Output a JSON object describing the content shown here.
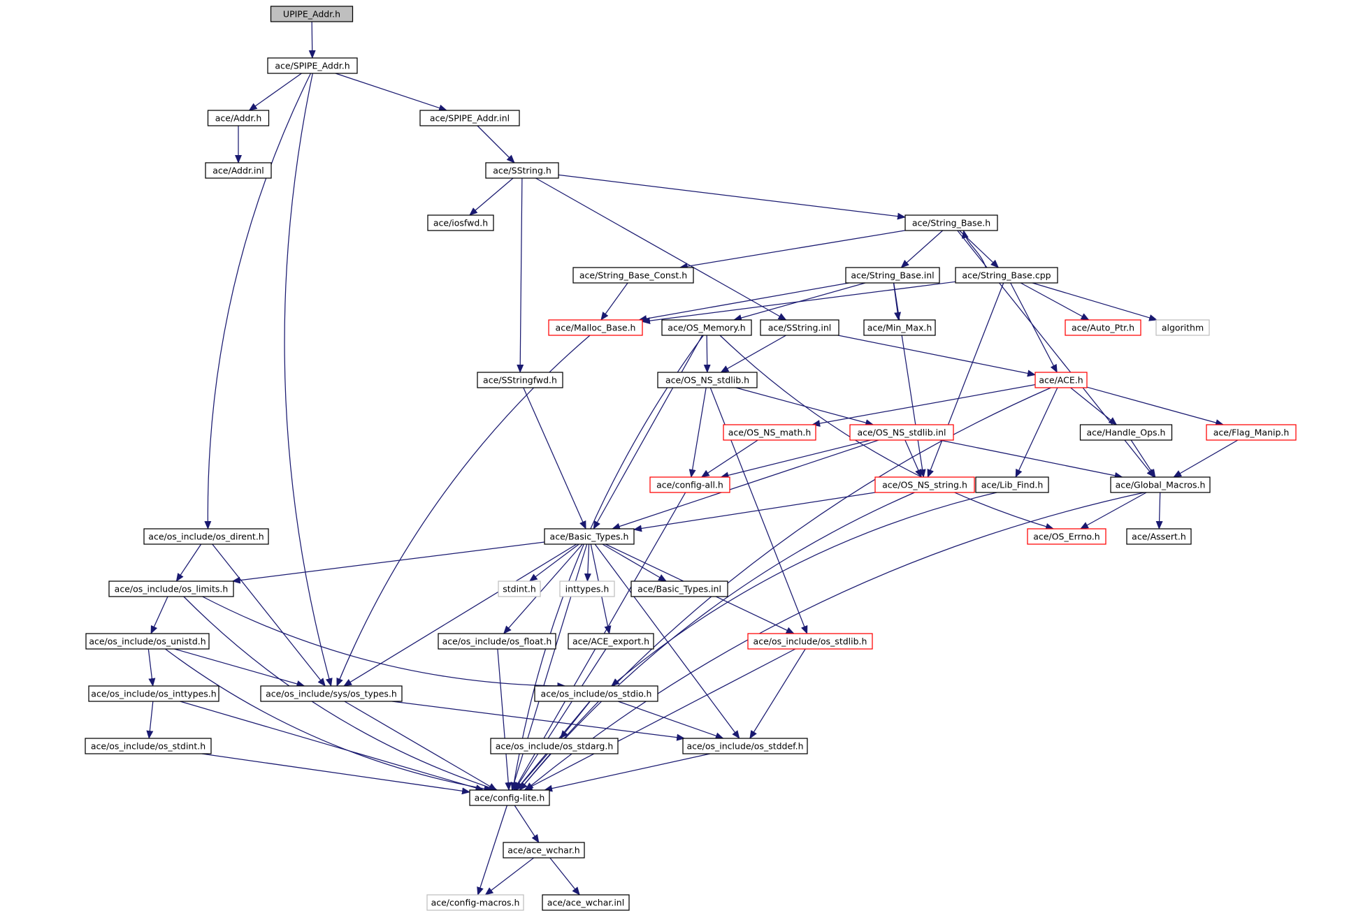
{
  "colors": {
    "edge": "#191970",
    "border_normal": "#000000",
    "border_truncated": "#ff0000",
    "border_missing": "#bfbfbf",
    "root_fill": "#bfbfbf",
    "node_fill": "#ffffff"
  },
  "nodes": [
    {
      "id": "upipe_addr_h",
      "label": "UPIPE_Addr.h",
      "kind": "root"
    },
    {
      "id": "spipe_addr_h",
      "label": "ace/SPIPE_Addr.h",
      "kind": "normal"
    },
    {
      "id": "addr_h",
      "label": "ace/Addr.h",
      "kind": "normal"
    },
    {
      "id": "spipe_addr_inl",
      "label": "ace/SPIPE_Addr.inl",
      "kind": "normal"
    },
    {
      "id": "addr_inl",
      "label": "ace/Addr.inl",
      "kind": "normal"
    },
    {
      "id": "sstring_h",
      "label": "ace/SString.h",
      "kind": "normal"
    },
    {
      "id": "iosfwd_h",
      "label": "ace/iosfwd.h",
      "kind": "normal"
    },
    {
      "id": "string_base_h",
      "label": "ace/String_Base.h",
      "kind": "normal"
    },
    {
      "id": "string_base_const_h",
      "label": "ace/String_Base_Const.h",
      "kind": "normal"
    },
    {
      "id": "string_base_inl",
      "label": "ace/String_Base.inl",
      "kind": "normal"
    },
    {
      "id": "string_base_cpp",
      "label": "ace/String_Base.cpp",
      "kind": "normal"
    },
    {
      "id": "malloc_base_h",
      "label": "ace/Malloc_Base.h",
      "kind": "truncated"
    },
    {
      "id": "os_memory_h",
      "label": "ace/OS_Memory.h",
      "kind": "normal"
    },
    {
      "id": "sstring_inl",
      "label": "ace/SString.inl",
      "kind": "normal"
    },
    {
      "id": "min_max_h",
      "label": "ace/Min_Max.h",
      "kind": "normal"
    },
    {
      "id": "auto_ptr_h",
      "label": "ace/Auto_Ptr.h",
      "kind": "truncated"
    },
    {
      "id": "algorithm",
      "label": "algorithm",
      "kind": "missing"
    },
    {
      "id": "sstringfwd_h",
      "label": "ace/SStringfwd.h",
      "kind": "normal"
    },
    {
      "id": "os_ns_stdlib_h",
      "label": "ace/OS_NS_stdlib.h",
      "kind": "normal"
    },
    {
      "id": "ace_h",
      "label": "ace/ACE.h",
      "kind": "truncated"
    },
    {
      "id": "os_ns_math_h",
      "label": "ace/OS_NS_math.h",
      "kind": "truncated"
    },
    {
      "id": "os_ns_stdlib_inl",
      "label": "ace/OS_NS_stdlib.inl",
      "kind": "truncated"
    },
    {
      "id": "handle_ops_h",
      "label": "ace/Handle_Ops.h",
      "kind": "normal"
    },
    {
      "id": "flag_manip_h",
      "label": "ace/Flag_Manip.h",
      "kind": "truncated"
    },
    {
      "id": "config_all_h",
      "label": "ace/config-all.h",
      "kind": "truncated"
    },
    {
      "id": "os_ns_string_h",
      "label": "ace/OS_NS_string.h",
      "kind": "truncated"
    },
    {
      "id": "lib_find_h",
      "label": "ace/Lib_Find.h",
      "kind": "normal"
    },
    {
      "id": "global_macros_h",
      "label": "ace/Global_Macros.h",
      "kind": "normal"
    },
    {
      "id": "os_dirent_h",
      "label": "ace/os_include/os_dirent.h",
      "kind": "normal"
    },
    {
      "id": "basic_types_h",
      "label": "ace/Basic_Types.h",
      "kind": "normal"
    },
    {
      "id": "os_errno_h",
      "label": "ace/OS_Errno.h",
      "kind": "truncated"
    },
    {
      "id": "assert_h",
      "label": "ace/Assert.h",
      "kind": "normal"
    },
    {
      "id": "os_limits_h",
      "label": "ace/os_include/os_limits.h",
      "kind": "normal"
    },
    {
      "id": "stdint_h",
      "label": "stdint.h",
      "kind": "missing"
    },
    {
      "id": "inttypes_h",
      "label": "inttypes.h",
      "kind": "missing"
    },
    {
      "id": "basic_types_inl",
      "label": "ace/Basic_Types.inl",
      "kind": "normal"
    },
    {
      "id": "os_unistd_h",
      "label": "ace/os_include/os_unistd.h",
      "kind": "normal"
    },
    {
      "id": "os_float_h",
      "label": "ace/os_include/os_float.h",
      "kind": "normal"
    },
    {
      "id": "ace_export_h",
      "label": "ace/ACE_export.h",
      "kind": "normal"
    },
    {
      "id": "os_stdlib_h",
      "label": "ace/os_include/os_stdlib.h",
      "kind": "truncated"
    },
    {
      "id": "os_inttypes_h",
      "label": "ace/os_include/os_inttypes.h",
      "kind": "normal"
    },
    {
      "id": "os_types_h",
      "label": "ace/os_include/sys/os_types.h",
      "kind": "normal"
    },
    {
      "id": "os_stdio_h",
      "label": "ace/os_include/os_stdio.h",
      "kind": "normal"
    },
    {
      "id": "os_stdint_h",
      "label": "ace/os_include/os_stdint.h",
      "kind": "normal"
    },
    {
      "id": "os_stdarg_h",
      "label": "ace/os_include/os_stdarg.h",
      "kind": "normal"
    },
    {
      "id": "os_stddef_h",
      "label": "ace/os_include/os_stddef.h",
      "kind": "normal"
    },
    {
      "id": "config_lite_h",
      "label": "ace/config-lite.h",
      "kind": "normal"
    },
    {
      "id": "ace_wchar_h",
      "label": "ace/ace_wchar.h",
      "kind": "normal"
    },
    {
      "id": "config_macros_h",
      "label": "ace/config-macros.h",
      "kind": "missing"
    },
    {
      "id": "ace_wchar_inl",
      "label": "ace/ace_wchar.inl",
      "kind": "normal"
    }
  ],
  "edges": [
    {
      "from": "upipe_addr_h",
      "to": "spipe_addr_h"
    },
    {
      "from": "spipe_addr_h",
      "to": "addr_h"
    },
    {
      "from": "spipe_addr_h",
      "to": "spipe_addr_inl"
    },
    {
      "from": "spipe_addr_h",
      "to": "os_dirent_h"
    },
    {
      "from": "spipe_addr_h",
      "to": "os_types_h"
    },
    {
      "from": "addr_h",
      "to": "addr_inl"
    },
    {
      "from": "spipe_addr_inl",
      "to": "sstring_h"
    },
    {
      "from": "sstring_h",
      "to": "iosfwd_h"
    },
    {
      "from": "sstring_h",
      "to": "sstringfwd_h"
    },
    {
      "from": "sstring_h",
      "to": "string_base_h"
    },
    {
      "from": "sstring_h",
      "to": "sstring_inl"
    },
    {
      "from": "string_base_h",
      "to": "string_base_const_h"
    },
    {
      "from": "string_base_h",
      "to": "string_base_inl"
    },
    {
      "from": "string_base_h",
      "to": "string_base_cpp"
    },
    {
      "from": "string_base_h",
      "to": "global_macros_h"
    },
    {
      "from": "string_base_cpp",
      "to": "string_base_h"
    },
    {
      "from": "string_base_cpp",
      "to": "malloc_base_h"
    },
    {
      "from": "string_base_cpp",
      "to": "auto_ptr_h"
    },
    {
      "from": "string_base_cpp",
      "to": "algorithm"
    },
    {
      "from": "string_base_cpp",
      "to": "ace_h"
    },
    {
      "from": "string_base_cpp",
      "to": "os_ns_string_h"
    },
    {
      "from": "string_base_const_h",
      "to": "malloc_base_h"
    },
    {
      "from": "string_base_inl",
      "to": "malloc_base_h"
    },
    {
      "from": "string_base_inl",
      "to": "os_memory_h"
    },
    {
      "from": "string_base_inl",
      "to": "min_max_h"
    },
    {
      "from": "string_base_inl",
      "to": "os_ns_string_h"
    },
    {
      "from": "malloc_base_h",
      "to": "os_types_h"
    },
    {
      "from": "os_memory_h",
      "to": "os_ns_stdlib_h"
    },
    {
      "from": "os_memory_h",
      "to": "basic_types_h"
    },
    {
      "from": "os_memory_h",
      "to": "os_errno_h"
    },
    {
      "from": "os_memory_h",
      "to": "config_lite_h"
    },
    {
      "from": "sstring_inl",
      "to": "os_ns_stdlib_h"
    },
    {
      "from": "sstring_inl",
      "to": "ace_h"
    },
    {
      "from": "sstringfwd_h",
      "to": "basic_types_h"
    },
    {
      "from": "os_ns_stdlib_h",
      "to": "os_ns_stdlib_inl"
    },
    {
      "from": "os_ns_stdlib_h",
      "to": "config_all_h"
    },
    {
      "from": "os_ns_stdlib_h",
      "to": "os_stdlib_h"
    },
    {
      "from": "ace_h",
      "to": "os_ns_math_h"
    },
    {
      "from": "ace_h",
      "to": "handle_ops_h"
    },
    {
      "from": "ace_h",
      "to": "flag_manip_h"
    },
    {
      "from": "ace_h",
      "to": "lib_find_h"
    },
    {
      "from": "ace_h",
      "to": "config_lite_h"
    },
    {
      "from": "os_ns_math_h",
      "to": "config_all_h"
    },
    {
      "from": "os_ns_stdlib_inl",
      "to": "config_all_h"
    },
    {
      "from": "os_ns_stdlib_inl",
      "to": "os_ns_string_h"
    },
    {
      "from": "os_ns_stdlib_inl",
      "to": "global_macros_h"
    },
    {
      "from": "os_ns_stdlib_inl",
      "to": "basic_types_h"
    },
    {
      "from": "handle_ops_h",
      "to": "global_macros_h"
    },
    {
      "from": "flag_manip_h",
      "to": "global_macros_h"
    },
    {
      "from": "config_all_h",
      "to": "config_lite_h"
    },
    {
      "from": "os_ns_string_h",
      "to": "basic_types_h"
    },
    {
      "from": "os_ns_string_h",
      "to": "config_lite_h"
    },
    {
      "from": "lib_find_h",
      "to": "os_stdio_h"
    },
    {
      "from": "global_macros_h",
      "to": "os_errno_h"
    },
    {
      "from": "global_macros_h",
      "to": "assert_h"
    },
    {
      "from": "global_macros_h",
      "to": "config_lite_h"
    },
    {
      "from": "os_dirent_h",
      "to": "os_limits_h"
    },
    {
      "from": "os_dirent_h",
      "to": "os_types_h"
    },
    {
      "from": "basic_types_h",
      "to": "os_limits_h"
    },
    {
      "from": "basic_types_h",
      "to": "stdint_h"
    },
    {
      "from": "basic_types_h",
      "to": "inttypes_h"
    },
    {
      "from": "basic_types_h",
      "to": "basic_types_inl"
    },
    {
      "from": "basic_types_h",
      "to": "os_float_h"
    },
    {
      "from": "basic_types_h",
      "to": "ace_export_h"
    },
    {
      "from": "basic_types_h",
      "to": "os_stdlib_h"
    },
    {
      "from": "basic_types_h",
      "to": "os_types_h"
    },
    {
      "from": "basic_types_h",
      "to": "os_stddef_h"
    },
    {
      "from": "basic_types_h",
      "to": "config_lite_h"
    },
    {
      "from": "os_limits_h",
      "to": "os_unistd_h"
    },
    {
      "from": "os_limits_h",
      "to": "os_stdio_h"
    },
    {
      "from": "os_limits_h",
      "to": "config_lite_h"
    },
    {
      "from": "os_unistd_h",
      "to": "os_inttypes_h"
    },
    {
      "from": "os_unistd_h",
      "to": "os_types_h"
    },
    {
      "from": "os_unistd_h",
      "to": "config_lite_h"
    },
    {
      "from": "os_inttypes_h",
      "to": "os_stdint_h"
    },
    {
      "from": "os_inttypes_h",
      "to": "config_lite_h"
    },
    {
      "from": "os_stdint_h",
      "to": "config_lite_h"
    },
    {
      "from": "os_types_h",
      "to": "os_stddef_h"
    },
    {
      "from": "os_types_h",
      "to": "config_lite_h"
    },
    {
      "from": "os_float_h",
      "to": "config_lite_h"
    },
    {
      "from": "ace_export_h",
      "to": "config_lite_h"
    },
    {
      "from": "os_stdlib_h",
      "to": "os_stddef_h"
    },
    {
      "from": "os_stdlib_h",
      "to": "config_lite_h"
    },
    {
      "from": "os_stdio_h",
      "to": "os_stdarg_h"
    },
    {
      "from": "os_stdio_h",
      "to": "os_stddef_h"
    },
    {
      "from": "os_stdio_h",
      "to": "config_lite_h"
    },
    {
      "from": "os_stdarg_h",
      "to": "config_lite_h"
    },
    {
      "from": "os_stddef_h",
      "to": "config_lite_h"
    },
    {
      "from": "config_lite_h",
      "to": "ace_wchar_h"
    },
    {
      "from": "config_lite_h",
      "to": "config_macros_h"
    },
    {
      "from": "ace_wchar_h",
      "to": "config_macros_h"
    },
    {
      "from": "ace_wchar_h",
      "to": "ace_wchar_inl"
    }
  ]
}
